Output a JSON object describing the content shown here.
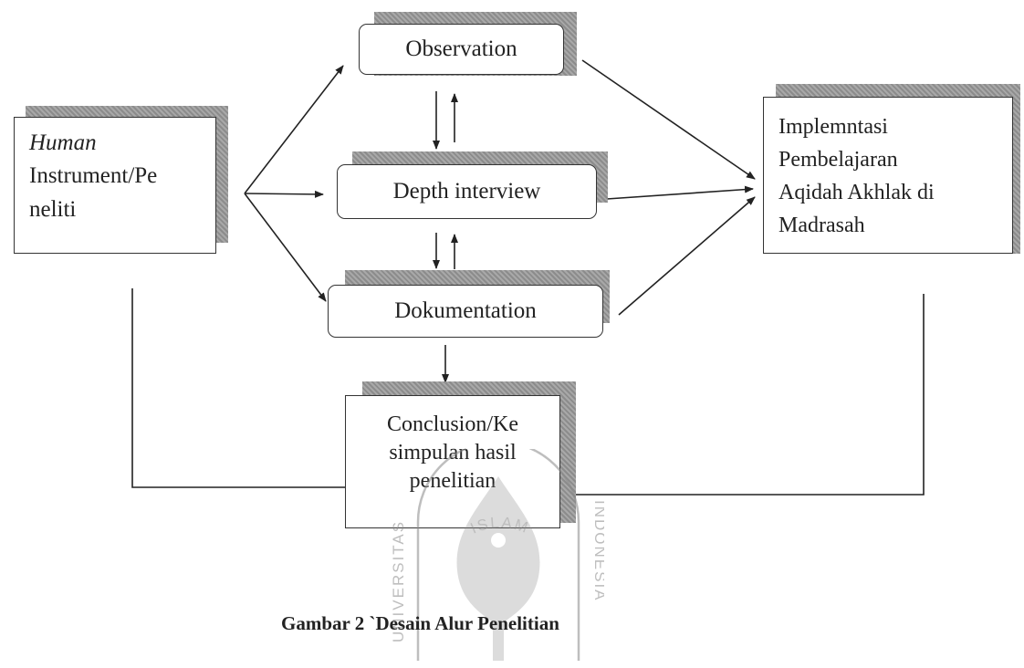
{
  "diagram": {
    "nodes": {
      "human": {
        "line1": "Human",
        "line2": "Instrument/Pe",
        "line3": "neliti"
      },
      "observation": {
        "label": "Observation"
      },
      "depth_interview": {
        "label": "Depth interview"
      },
      "dokumentation": {
        "label": "Dokumentation"
      },
      "implementasi": {
        "line1": "Implemntasi",
        "line2": "Pembelajaran",
        "line3": "Aqidah Akhlak di",
        "line4": "Madrasah"
      },
      "conclusion": {
        "line1": "Conclusion/Ke",
        "line2": "simpulan hasil",
        "line3": "penelitian"
      }
    },
    "caption": "Gambar 2 `Desain Alur Penelitian",
    "watermark": {
      "top": "ISLAM",
      "left": "UNIVERSITAS",
      "right": "INDONESIA",
      "colors": {
        "ink": "#8a8a8a"
      }
    }
  }
}
